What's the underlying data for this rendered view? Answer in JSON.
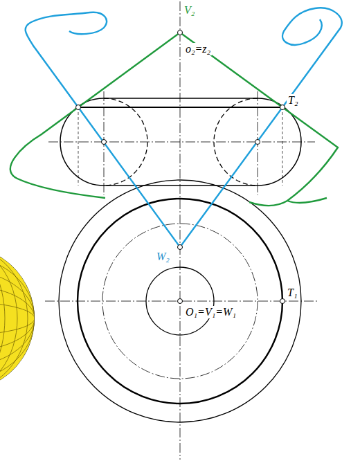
{
  "diagram": {
    "labels": [
      "V₂",
      "o₂=z₂",
      "T₂",
      "W₂",
      "O₁=V₁=W₁",
      "T₁"
    ]
  }
}
